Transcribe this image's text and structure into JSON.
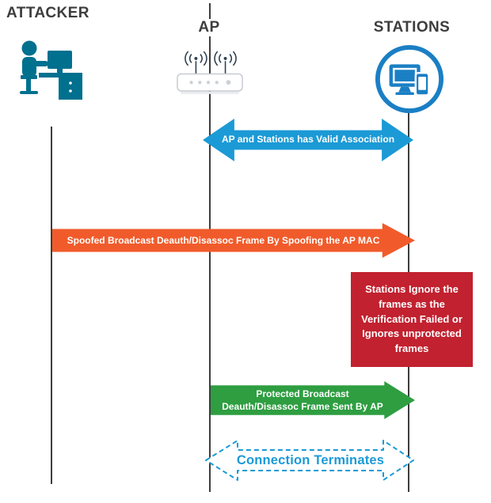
{
  "actors": {
    "attacker": {
      "label": "ATTACKER"
    },
    "ap": {
      "label": "AP"
    },
    "stations": {
      "label": "STATIONS"
    }
  },
  "messages": {
    "valid_association": {
      "text": "AP and Stations has Valid Association"
    },
    "spoofed_frame": {
      "text": "Spoofed Broadcast Deauth/Disassoc Frame By Spoofing the AP MAC"
    },
    "stations_ignore_note": {
      "text": "Stations Ignore the frames as the Verification Failed or Ignores unprotected frames"
    },
    "protected_frame": {
      "text": "Protected Broadcast Deauth/Disassoc Frame Sent By AP"
    },
    "connection_terminates": {
      "text": "Connection Terminates"
    }
  },
  "icons": {
    "attacker": "attacker-at-computer-icon",
    "ap": "wireless-router-icon",
    "stations": "devices-circle-icon"
  },
  "colors": {
    "association_blue": "#1b9ad6",
    "spoof_orange": "#f15b2b",
    "ignore_red": "#c2212f",
    "protected_green": "#2e9e41",
    "terminate_blue": "#1b9ad6",
    "attacker_teal": "#00708f",
    "stations_blue": "#1b7fc4",
    "lifeline": "#3d3d3d"
  }
}
